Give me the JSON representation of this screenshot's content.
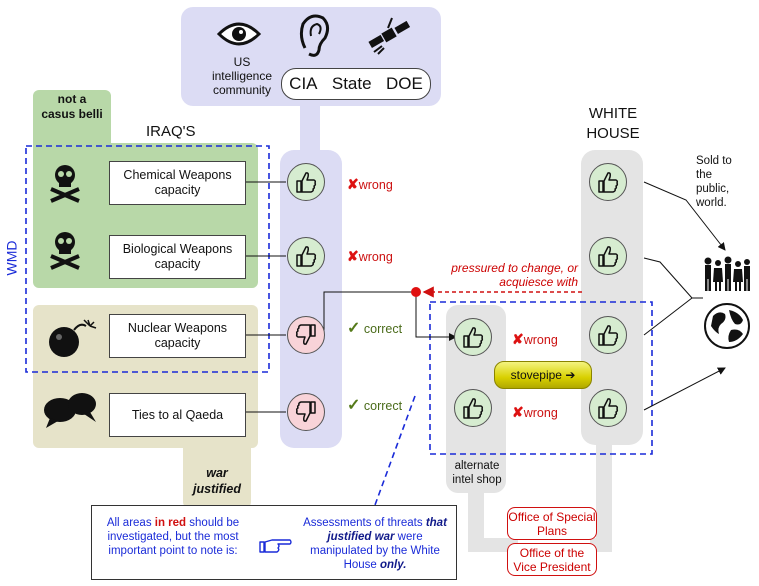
{
  "intel": {
    "us_label": "US intelligence community",
    "agencies": [
      "CIA",
      "State",
      "DOE"
    ]
  },
  "iraq_title": "IRAQ'S",
  "white_house_title": "WHITE HOUSE",
  "wmd_label": "WMD",
  "not_casus": "not a casus belli",
  "war_justified": "war justified",
  "capacities": [
    {
      "label": "Chemical Weapons capacity",
      "assessment": "positive",
      "verdict": "wrong"
    },
    {
      "label": "Biological Weapons capacity",
      "assessment": "positive",
      "verdict": "wrong"
    },
    {
      "label": "Nuclear Weapons capacity",
      "assessment": "negative",
      "verdict": "correct"
    },
    {
      "label": "Ties to al Qaeda",
      "assessment": "negative",
      "verdict": "correct"
    }
  ],
  "alternate": {
    "label": "alternate intel shop",
    "verdicts": [
      "wrong",
      "wrong"
    ]
  },
  "pressured_text": "pressured to change, or acquiesce with",
  "stovepipe": "stovepipe ➔",
  "sold_text": "Sold to the public, world.",
  "offices": [
    "Office of Special Plans",
    "Office of the Vice President"
  ],
  "note": {
    "left_pre": "All areas ",
    "left_red": "in red",
    "left_post": " should be investigated, but the most important point to note is:",
    "right_pre": "Assessments of threats ",
    "right_em": "that justified war",
    "right_mid": " were manipulated by the White House ",
    "right_end": "only."
  },
  "colors": {
    "intel_panel": "#dcdcf4",
    "wmd_green": "#b8d8a8",
    "tan": "#e6e3c9",
    "column_blue": "#dcdcf4",
    "gray_column": "#e4e4e4",
    "dashed_blue": "#1a2bd8",
    "red": "#d01010"
  },
  "icons": [
    "eye-icon",
    "ear-icon",
    "satellite-icon",
    "skull-icon",
    "bomb-icon",
    "speech-bubbles-icon",
    "thumbs-up-icon",
    "thumbs-down-icon",
    "people-icon",
    "globe-icon",
    "pointing-hand-icon"
  ]
}
